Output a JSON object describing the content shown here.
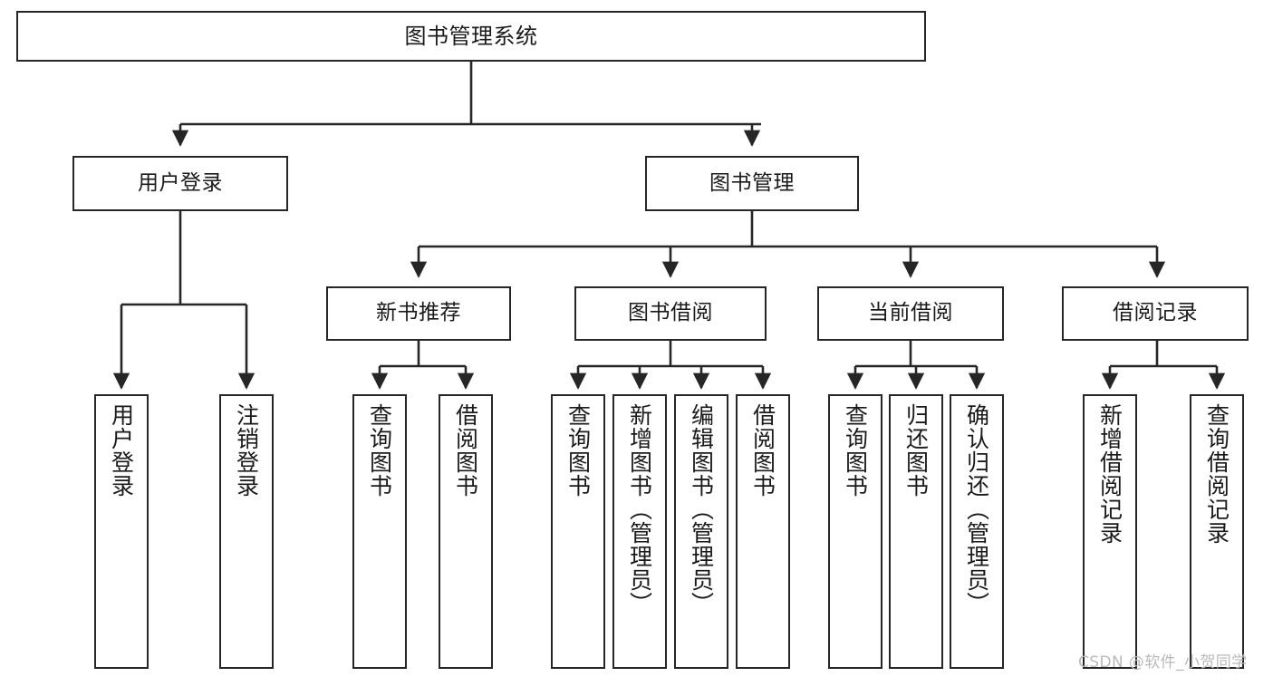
{
  "diagram": {
    "title": "图书管理系统",
    "type": "hierarchical-tree",
    "stroke_color": "#262626",
    "fill_color": "#ffffff",
    "text_color": "#1a1a1a"
  },
  "nodes": {
    "root": {
      "label": "图书管理系统"
    },
    "level2": [
      {
        "label": "用户登录"
      },
      {
        "label": "图书管理"
      }
    ],
    "level3": [
      {
        "label": "新书推荐"
      },
      {
        "label": "图书借阅"
      },
      {
        "label": "当前借阅"
      },
      {
        "label": "借阅记录"
      }
    ],
    "leaves_user_login": [
      {
        "label": "用户登录"
      },
      {
        "label": "注销登录"
      }
    ],
    "leaves_new_books": [
      {
        "label": "查询图书"
      },
      {
        "label": "借阅图书"
      }
    ],
    "leaves_borrow": [
      {
        "label": "查询图书"
      },
      {
        "label": "新增图书（管理员）"
      },
      {
        "label": "编辑图书（管理员）"
      },
      {
        "label": "借阅图书"
      }
    ],
    "leaves_current": [
      {
        "label": "查询图书"
      },
      {
        "label": "归还图书"
      },
      {
        "label": "确认归还（管理员）"
      }
    ],
    "leaves_records": [
      {
        "label": "新增借阅记录"
      },
      {
        "label": "查询借阅记录"
      }
    ]
  },
  "watermark": {
    "text": "CSDN @软件_小贺同学"
  }
}
